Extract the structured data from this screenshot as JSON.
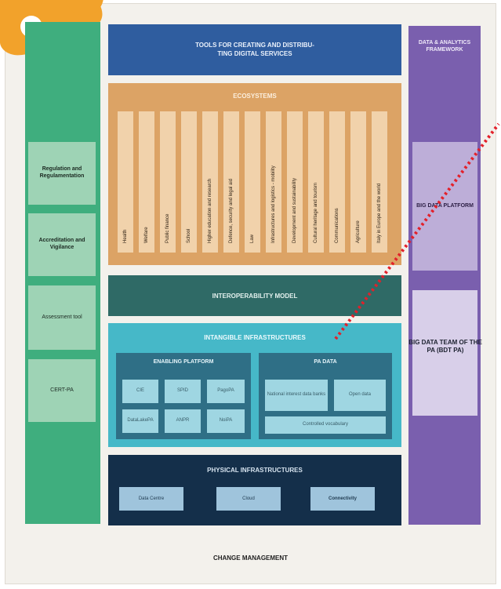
{
  "colors": {
    "green": "#3fae7e",
    "blue": "#2f5d9f",
    "orange": "#dca365",
    "teal": "#2f6a66",
    "cyan": "#46b8c8",
    "navy": "#142f4a",
    "purple": "#7a5fae",
    "accent": "#f2a22b",
    "dotted": "#e3202a"
  },
  "tools_title": "TOOLS FOR CREATING AND DISTRIBU-\nTING DIGITAL SERVICES",
  "ecosystems": {
    "title": "ECOSYSTEMS",
    "items": [
      "Health",
      "Welfare",
      "Public finance",
      "School",
      "Higher education and research",
      "Defence, security and legal aid",
      "Law",
      "Infrastructures and logistics - mobility",
      "Development and sustainability",
      "Cultural heritage and tourism",
      "Communications",
      "Agriculture",
      "Italy in Europe and the world"
    ]
  },
  "left_column": [
    {
      "label": "Regulation and Regulamentation"
    },
    {
      "label": "Accreditation and Vigilance"
    },
    {
      "label": "Assessment tool"
    },
    {
      "label": "CERT-PA"
    }
  ],
  "interoperability": "INTEROPERABILITY MODEL",
  "intangible": {
    "title": "INTANGIBLE INFRASTRUCTURES",
    "enabling": {
      "title": "ENABLING PLATFORM",
      "items": [
        "CIE",
        "SPID",
        "PagoPA",
        "DataLakePA",
        "ANPR",
        "NoiPA"
      ]
    },
    "pa_data": {
      "title": "PA DATA",
      "national": "National interest data banks",
      "open": "Open data",
      "vocab": "Controlled vocabulary"
    }
  },
  "physical": {
    "title": "PHYSICAL INFRASTRUCTURES",
    "items": [
      "Data Centre",
      "Cloud",
      "Connectivity"
    ]
  },
  "right_column": {
    "title": "DATA & ANALYTICS FRAMEWORK",
    "platform": "BIG DATA PLATFORM",
    "team": "BIG DATA TEAM OF THE PA (BDT PA)"
  },
  "change_management": "CHANGE MANAGEMENT"
}
